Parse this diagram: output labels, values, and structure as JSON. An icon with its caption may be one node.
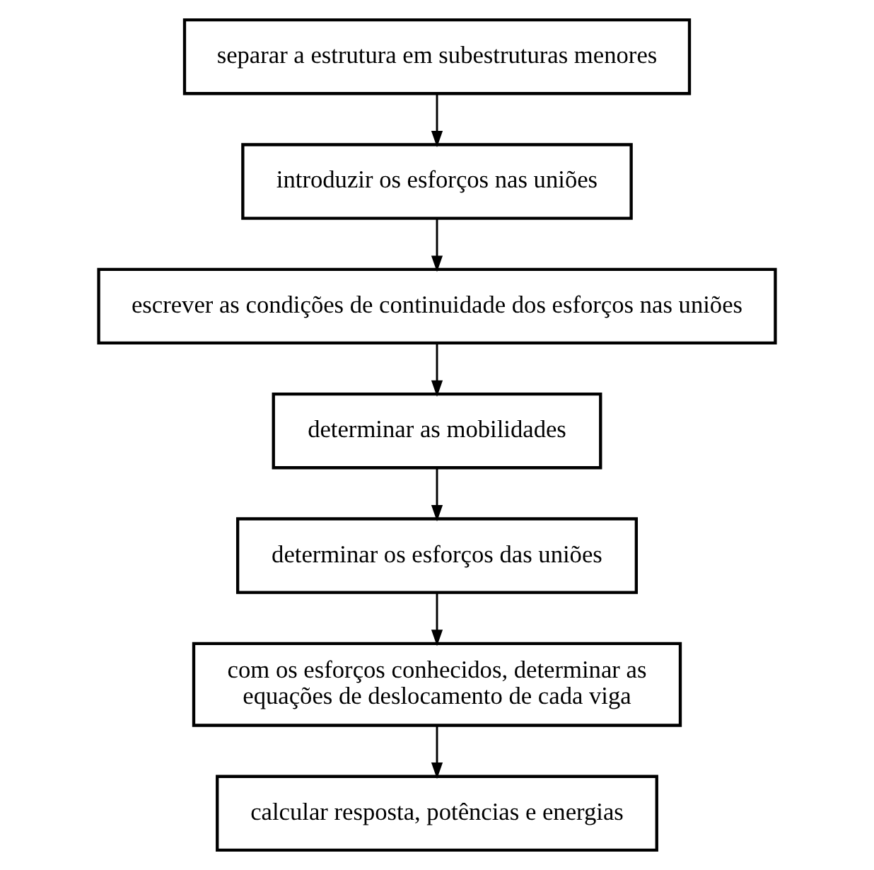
{
  "diagram": {
    "nodes": [
      {
        "text": [
          "separar a estrutura em subestruturas menores"
        ]
      },
      {
        "text": [
          "introduzir os esforços nas uniões"
        ]
      },
      {
        "text": [
          "escrever as condições de continuidade dos esforços nas uniões"
        ]
      },
      {
        "text": [
          "determinar as mobilidades"
        ]
      },
      {
        "text": [
          "determinar os esforços das uniões"
        ]
      },
      {
        "text": [
          "com os esforços conhecidos, determinar as equações de deslocamento de cada viga"
        ]
      },
      {
        "text": [
          "calcular resposta, potências e energias"
        ]
      }
    ],
    "edges": [
      {
        "from": 0,
        "to": 1,
        "arrow": "to"
      },
      {
        "from": 1,
        "to": 2,
        "arrow": "to"
      },
      {
        "from": 2,
        "to": 3,
        "arrow": "to"
      },
      {
        "from": 3,
        "to": 4,
        "arrow": "to"
      },
      {
        "from": 4,
        "to": 5,
        "arrow": "to"
      },
      {
        "from": 5,
        "to": 6,
        "arrow": "to"
      }
    ]
  }
}
